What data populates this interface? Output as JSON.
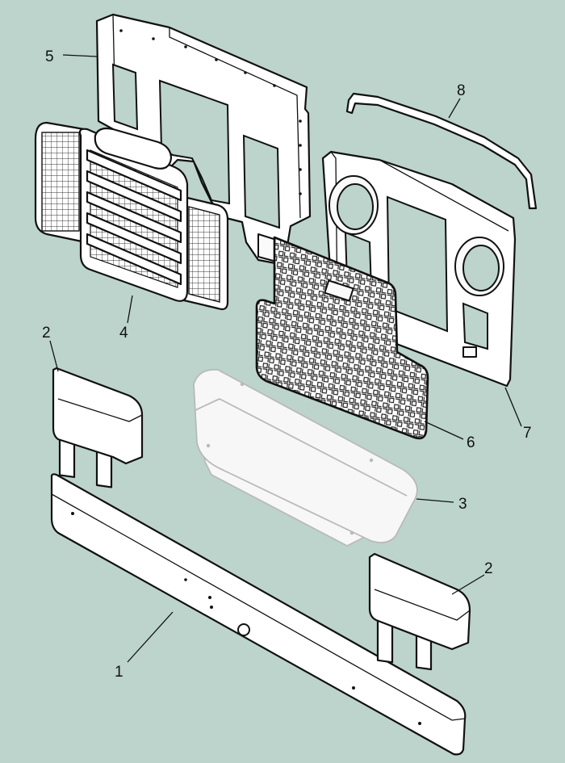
{
  "callouts": [
    {
      "id": "c1",
      "label": "1"
    },
    {
      "id": "c2a",
      "label": "2"
    },
    {
      "id": "c2b",
      "label": "2"
    },
    {
      "id": "c3",
      "label": "3"
    },
    {
      "id": "c4",
      "label": "4"
    },
    {
      "id": "c5",
      "label": "5"
    },
    {
      "id": "c6",
      "label": "6"
    },
    {
      "id": "c7",
      "label": "7"
    },
    {
      "id": "c8",
      "label": "8"
    }
  ],
  "colors": {
    "background": "#bcd4cc",
    "line": "#111111",
    "part_fill": "#ffffff",
    "ghost_line": "#b9b9b9"
  }
}
